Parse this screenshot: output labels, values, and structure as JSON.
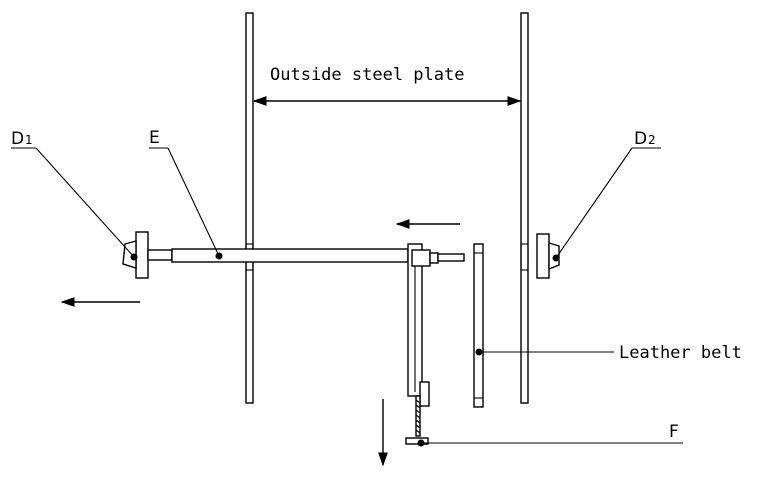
{
  "labels": {
    "outside_steel_plate": "Outside steel plate",
    "d1_letter": "D",
    "d1_sub": "1",
    "d2_letter": "D",
    "d2_sub": "2",
    "e": "E",
    "leather_belt": "Leather belt",
    "f": "F"
  },
  "colors": {
    "line": "#000000",
    "background": "#ffffff"
  }
}
